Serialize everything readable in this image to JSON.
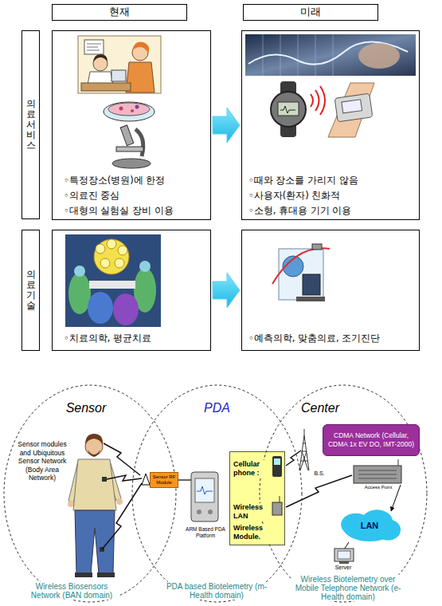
{
  "diagram": {
    "nodes": [
      {
        "text": [
          "현재"
        ]
      },
      {
        "text": [
          "미래"
        ]
      },
      {
        "text": [
          "의료서비스"
        ]
      },
      {
        "text": [
          "◦특정장소(병원)에 한정",
          "◦의료진 중심",
          "◦대형의 실험실 장비 이용"
        ]
      },
      {
        "text": [
          "◦때와 장소를 가리지 않음",
          "◦사용자(환자) 친화적",
          "◦소형, 휴대용 기기 이용"
        ]
      },
      {
        "text": [
          "의료기술"
        ]
      },
      {
        "text": [
          "◦치료의학, 평균치료"
        ]
      },
      {
        "text": [
          "◦예측의학, 맞춤의료, 조기진단"
        ]
      },
      {
        "text": [
          "Sensor",
          "Sensor modules and Ubiquitous Sensor Network (Body Area Network)",
          "Wireless Biosensors Network (BAN domain)"
        ]
      },
      {
        "text": [
          "PDA",
          "PDA based Biotelemetry (m-Health domain)"
        ]
      },
      {
        "text": [
          "Center",
          "Wireless Biotelemetry over Mobile Telephone Network (e-Health domain)"
        ]
      },
      {
        "text": [
          "CDMA Network (Cellular, CDMA 1x EV DO, IMT-2000)"
        ],
        "in": 10
      },
      {
        "text": [
          "Sensor RF Module"
        ]
      },
      {
        "text": [
          "Cellular phone :",
          "Wireless LAN",
          "Wireless Module."
        ]
      },
      {
        "text": [
          "LAN"
        ],
        "in": 10
      }
    ],
    "edges": [
      {
        "from": 3,
        "to": 4,
        "arrow": "to"
      },
      {
        "from": 6,
        "to": 7,
        "arrow": "to"
      }
    ],
    "labels": [
      "ARM Based PDA Platform",
      "B.S.",
      "Access Point",
      "Server"
    ]
  }
}
